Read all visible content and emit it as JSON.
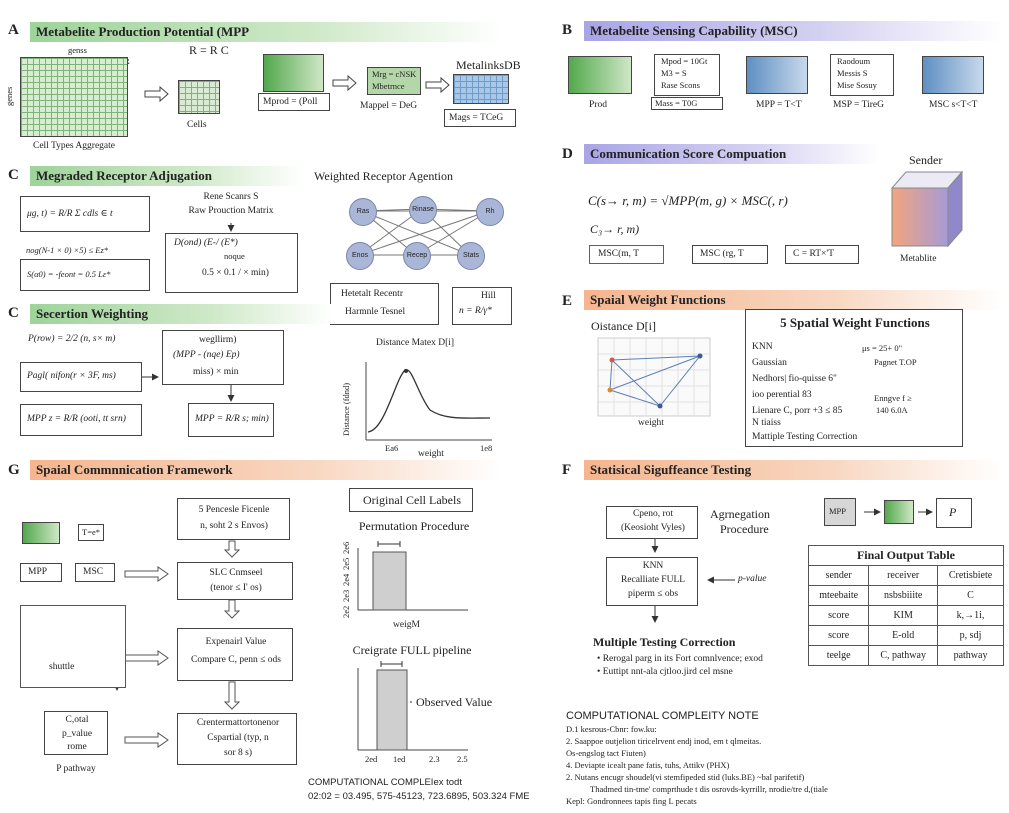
{
  "panelA": {
    "letter": "A",
    "title": "Metabelite Production Potential (MPP",
    "genes": "genss",
    "side_label": "genes",
    "corner_mark": "R",
    "cell_types": "Cell Types Aggregate",
    "r_eq": "R = R C",
    "cells": "Cells",
    "mprod": "Mprod = (Poll",
    "box_line1": "Mrg = cNSK",
    "box_line2": "Mbetrnce",
    "mapped": "Mappel = DeG",
    "db": "MetalinksDB",
    "db_label": "Mags = TCeG"
  },
  "panelB": {
    "letter": "B",
    "title": "Metabelite Sensing Capability (MSC)",
    "prod": "Prod",
    "mid1_l1": "Mpod = 10Gt",
    "mid1_l2": "M3 = S",
    "mid1_l3": "Rase Scons",
    "mid1_label": "Mass = T0G",
    "mpp_label": "MPP = T<T",
    "mid2_l1": "Raodoum",
    "mid2_l2": "Messis S",
    "mid2_l3": "Mise Sosuy",
    "msp_label": "MSP = TireG",
    "msc_label": "MSC s<T<T"
  },
  "panelC1": {
    "letter": "C",
    "title": "Megraded Receptor Adjugation",
    "weighted_title": "Weighted Receptor Agention",
    "eq1": "μg, t) = R/R Σ cdls ∈ t",
    "eq2": "nog(N-1 × 0) ×5) ≤ Ez*",
    "eq3": "S(α0) = -feont = 0.5 Lε*",
    "rs_l1": "Rene Scanrs S",
    "rs_l2": "Raw Prouction Matrix",
    "d_l1": "D(ond) (E-/ (E*)",
    "d_l2": "noque",
    "d_l3": "0.5 × 0.1 / × min)",
    "nodes": [
      "Ras",
      "Rinase",
      "Rh",
      "Enos",
      "Recep",
      "Stats"
    ],
    "het_l1": "Hetetalt  Recentr",
    "het_l2": "Harmnle Tesnel",
    "hill_lbl": "Hill",
    "hill_eq": "n = R/γ*"
  },
  "panelC2": {
    "letter": "C",
    "title": "Secertion Weighting",
    "eq1": "P(row) = 2/2 (n, s× m)",
    "eq2": "Pagl( nifon(r × 3F, ms)",
    "eq3": "MPP z = R/R (ooti, tt srn)",
    "mid_l1": "wegllirm)",
    "mid_l2": "(MPP - (nqe) Ep)",
    "mid_l3": "miss) × min",
    "mid2": "MPP = R/R s; min)",
    "dist_title": "Distance Matex D[i]",
    "y_label": "Distance (fdnd)",
    "x_label": "weight",
    "tick_left": "Ea6",
    "tick_right": "1e8"
  },
  "panelD": {
    "letter": "D",
    "title": "Communication Score Compuation",
    "sender": "Sender",
    "eq_main": "C(s→ r, m) = √MPP(m, g) × MSC(, r)",
    "eq_sub": "C₃→ r, m)",
    "box1": "MSC(m, T",
    "box2": "MSC (rg, T",
    "box3": "C = RT×'T",
    "metabolite": "Metablite"
  },
  "panelE": {
    "letter": "E",
    "title": "Spaial Weight Functions",
    "distance": "Oistance D[i]",
    "weight": "weight",
    "box_title": "5 Spatial Weight Functions",
    "lines": [
      "KNN",
      "Gaussian",
      "Nedhors| fio-quisse 6\"",
      "ioo perential 83",
      "Lienare C, porr +3 ≤ 85",
      "N tiaiss",
      "Mattiple Testing Correction"
    ],
    "right_lines": [
      "μs = 25+ 0\"",
      "Pagnet T.OP",
      "Enngve f ≥",
      "140 6.0A"
    ]
  },
  "panelG": {
    "letter": "G",
    "title": "Spaial Commnnication Framework",
    "tse": "T=e*",
    "mpp": "MPP",
    "msc": "MSC",
    "box1_l1": "5 Pencesle Ficenle",
    "box1_l2": "n, soht 2 s Envos)",
    "box2_l1": "SLC Cnmseel",
    "box2_l2": "(tenor ≤ I' os)",
    "box3_l1": "Expenairl Value",
    "box3_l2": "Compare C, penn ≤ ods",
    "box4_l1": "Crentermattortonenor",
    "box4_l2": "Cspartial (typ, n",
    "box4_l3": "sor 8 s)",
    "shuttle": "shuttle",
    "cot_l1": "C,otal",
    "cot_l2": "p_value",
    "cot_l3": "rome",
    "pathway": "P pathway",
    "orig_labels": "Original Cell Labels",
    "perm": "Permutation Procedure",
    "perm_x": "weigM",
    "recalc": "Creigrate FULL pipeline",
    "observed": "Observed Value",
    "hist_ticks": [
      "2ed",
      "1ed",
      "2.3",
      "2.5"
    ],
    "y_ticks": [
      "2e6",
      "2e5",
      "2e4",
      "2e3",
      "2e2"
    ],
    "comp_title": "COMPUTATIONAL COMPLEIex todt",
    "comp_line": "02:02 = 03.495, 575-45123, 723.6895, 503.324 FME"
  },
  "panelF": {
    "letter": "F",
    "title": "Statisical Siguffeance Testing",
    "box1_l1": "Cpeno, rot",
    "box1_l2": "(Keosioht Vyles)",
    "agg_l1": "Agrnegation",
    "agg_l2": "Procedure",
    "knn_l1": "KNN",
    "knn_l2": "Recalliate FULL",
    "knn_l3": "piperm ≤ obs",
    "pvalue": "p-value",
    "mpp": "MPP",
    "p": "P",
    "mtc": "Multiple Testing Correction",
    "bul1": "Rerogal parg in its Fort comnlvence; exod",
    "bul2": "Euttipt nnt-ala cjtloo.jird cel msne",
    "table_title": "Final Output Table",
    "table_rows": [
      [
        "sender",
        "receiver",
        "Cretisbiete"
      ],
      [
        "mteebaite",
        "nsbsbiiite",
        "C"
      ],
      [
        "score",
        "KIM",
        "k,→1i, "
      ],
      [
        "score",
        "E-old",
        "p, sdj"
      ],
      [
        "teelge",
        "C, pathway",
        "pathway"
      ]
    ]
  },
  "note": {
    "title": "COMPUTATIONAL COMPLEITY NOTE",
    "lines": [
      "D.1 kesrous-Cbnr: fow.ku:",
      "2. Saappoe outjelion tiricelrvent endj inod, em t qlmeitas.",
      "Os-engslog tact Fiuten)",
      "4. Deviapte icealt pane fatis, tuhs, Attikv (PHX)",
      "2. Nutans encugr shoudel(vi stemfipeded stid (luks.BE) ~bal parifetif)",
      "Thadmed tin-tme' comprthude t dis osrovds-kyrrillr, nrodie/tre d,(tiale",
      "Kepl: Gondronnees tapis fing L pecats"
    ]
  }
}
